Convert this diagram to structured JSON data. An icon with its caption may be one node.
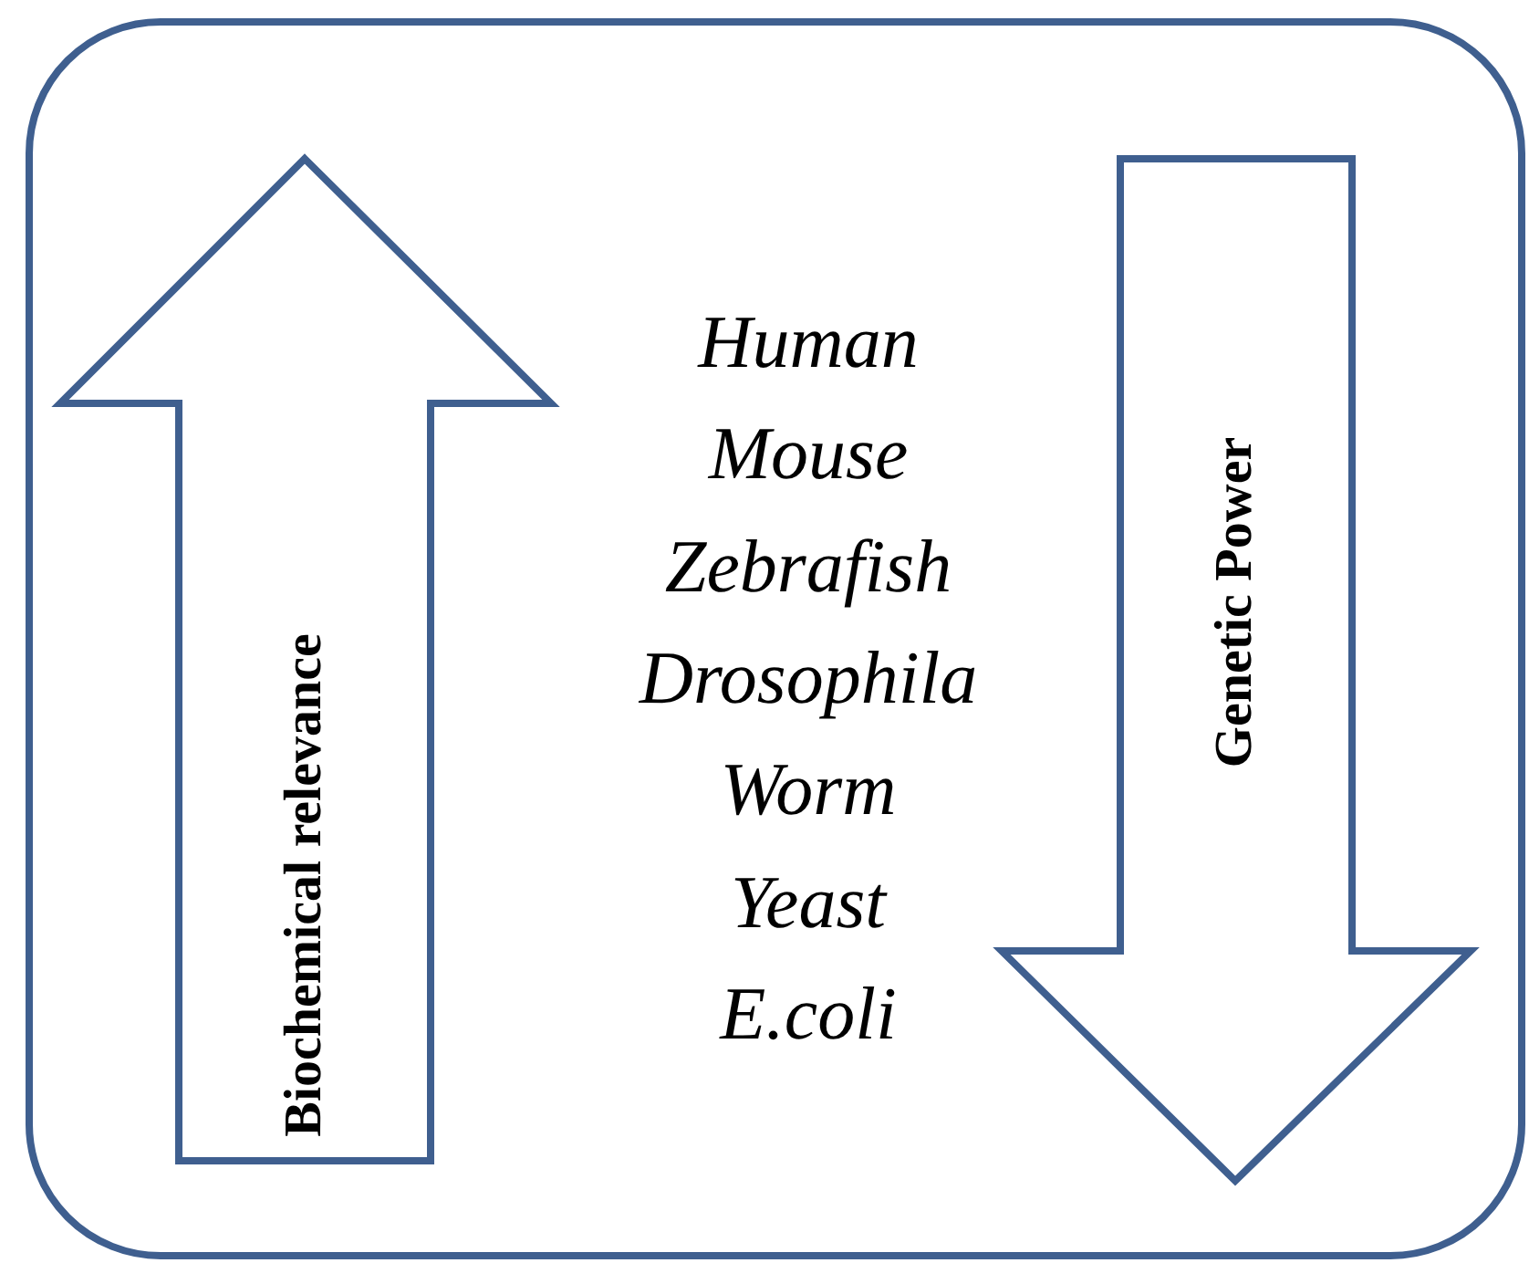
{
  "diagram": {
    "nodes": [
      {
        "text": [
          "Biochemical relevance"
        ]
      },
      {
        "text": [
          "Genetic Power"
        ]
      }
    ],
    "labels": [
      "Human",
      "Mouse",
      "Zebrafish",
      "Drosophila",
      "Worm",
      "Yeast",
      "E.coli"
    ]
  }
}
